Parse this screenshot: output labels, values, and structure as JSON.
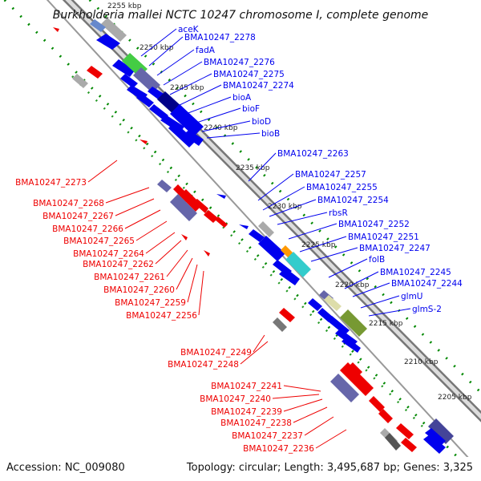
{
  "title": "Burkholderia mallei NCTC 10247 chromosome I, complete genome",
  "accession_text": "Accession: NC_009080",
  "topology_text": "Topology: circular; Length: 3,495,687 bp; Genes: 3,325",
  "colors": {
    "forward_strand": "#0000ee",
    "reverse_strand": "#ee0000",
    "backbone": "#888888",
    "dotted_track": "#008800",
    "cog_light_blue": "#6688cc",
    "cog_grey": "#aaaaaa",
    "cog_green": "#44cc44",
    "cog_purple": "#6666aa",
    "cog_navy": "#000088",
    "cog_orange": "#ff9900",
    "cog_cyan": "#33cccc",
    "cog_olive": "#779933",
    "cog_indigo": "#444499"
  },
  "kbp_ticks": [
    {
      "label": "2255 kbp"
    },
    {
      "label": "2250 kbp"
    },
    {
      "label": "2245 kbp"
    },
    {
      "label": "2240 kbp"
    },
    {
      "label": "2235 kbp"
    },
    {
      "label": "2230 kbp"
    },
    {
      "label": "2225 kbp"
    },
    {
      "label": "2220 kbp"
    },
    {
      "label": "2215 kbp"
    },
    {
      "label": "2210 kbp"
    },
    {
      "label": "2205 kbp"
    }
  ],
  "forward_labels": [
    "aceK",
    "BMA10247_2278",
    "fadA",
    "BMA10247_2276",
    "BMA10247_2275",
    "BMA10247_2274",
    "bioA",
    "bioF",
    "bioD",
    "bioB",
    "BMA10247_2263",
    "BMA10247_2257",
    "BMA10247_2255",
    "BMA10247_2254",
    "rbsR",
    "BMA10247_2252",
    "BMA10247_2251",
    "BMA10247_2247",
    "folB",
    "BMA10247_2245",
    "BMA10247_2244",
    "glmU",
    "glmS-2"
  ],
  "reverse_labels": [
    "BMA10247_2273",
    "BMA10247_2268",
    "BMA10247_2267",
    "BMA10247_2266",
    "BMA10247_2265",
    "BMA10247_2264",
    "BMA10247_2262",
    "BMA10247_2261",
    "BMA10247_2260",
    "BMA10247_2259",
    "BMA10247_2256",
    "BMA10247_2249",
    "BMA10247_2248",
    "BMA10247_2241",
    "BMA10247_2240",
    "BMA10247_2239",
    "BMA10247_2238",
    "BMA10247_2237",
    "BMA10247_2236"
  ]
}
